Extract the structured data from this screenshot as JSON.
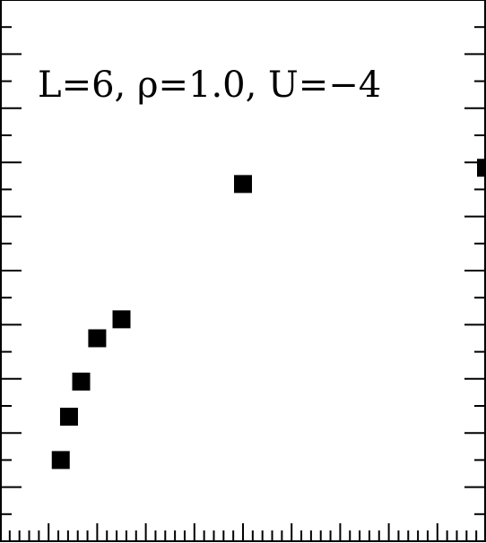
{
  "chart_data": {
    "type": "scatter",
    "title": "",
    "xlabel": "",
    "ylabel": "",
    "annotation": "L=6,  ρ=1.0,  U=−4",
    "xlim": [
      0,
      10
    ],
    "ylim": [
      0,
      10
    ],
    "grid": false,
    "marker": "square",
    "colors": {
      "marker": "#000000",
      "axis": "#000000",
      "background": "#ffffff"
    },
    "series": [
      {
        "points": [
          {
            "x": 1.25,
            "y": 1.5
          },
          {
            "x": 1.42,
            "y": 2.3
          },
          {
            "x": 1.67,
            "y": 2.95
          },
          {
            "x": 2.0,
            "y": 3.75
          },
          {
            "x": 2.5,
            "y": 4.1
          },
          {
            "x": 5.0,
            "y": 6.6
          },
          {
            "x": 10.0,
            "y": 6.9
          }
        ]
      }
    ]
  }
}
